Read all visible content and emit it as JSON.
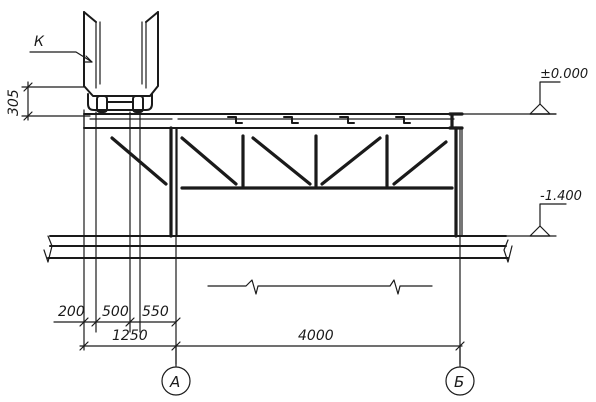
{
  "labels": {
    "panel_mark": "К",
    "height_dim": "305",
    "level_top": "±0.000",
    "level_bottom": "-1.400"
  },
  "dimensions": {
    "d1": "200",
    "d2": "500",
    "d3": "550",
    "d_total": "1250",
    "d_span": "4000"
  },
  "axes": {
    "left": "А",
    "right": "Б"
  }
}
